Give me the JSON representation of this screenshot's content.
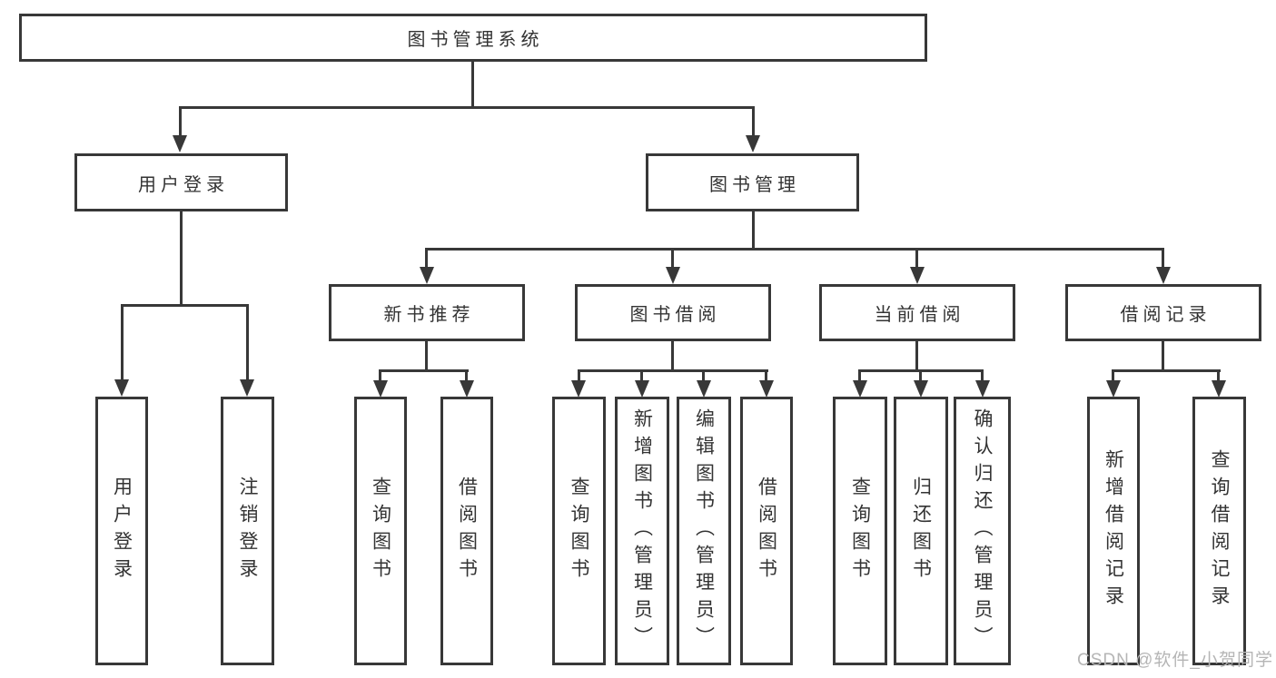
{
  "tree": {
    "label": "图书管理系统",
    "children": [
      {
        "label": "用户登录",
        "children": [
          {
            "label": "用户登录"
          },
          {
            "label": "注销登录"
          }
        ]
      },
      {
        "label": "图书管理",
        "children": [
          {
            "label": "新书推荐",
            "children": [
              {
                "label": "查询图书"
              },
              {
                "label": "借阅图书"
              }
            ]
          },
          {
            "label": "图书借阅",
            "children": [
              {
                "label": "查询图书"
              },
              {
                "label": "新增图书（管理员）"
              },
              {
                "label": "编辑图书（管理员）"
              },
              {
                "label": "借阅图书"
              }
            ]
          },
          {
            "label": "当前借阅",
            "children": [
              {
                "label": "查询图书"
              },
              {
                "label": "归还图书"
              },
              {
                "label": "确认归还（管理员）"
              }
            ]
          },
          {
            "label": "借阅记录",
            "children": [
              {
                "label": "新增借阅记录"
              },
              {
                "label": "查询借阅记录"
              }
            ]
          }
        ]
      }
    ]
  },
  "watermark": "CSDN @软件_小贺同学",
  "colors": {
    "line": "#383838",
    "text": "#333333",
    "background": "#ffffff",
    "watermark": "#b5b5b5"
  }
}
